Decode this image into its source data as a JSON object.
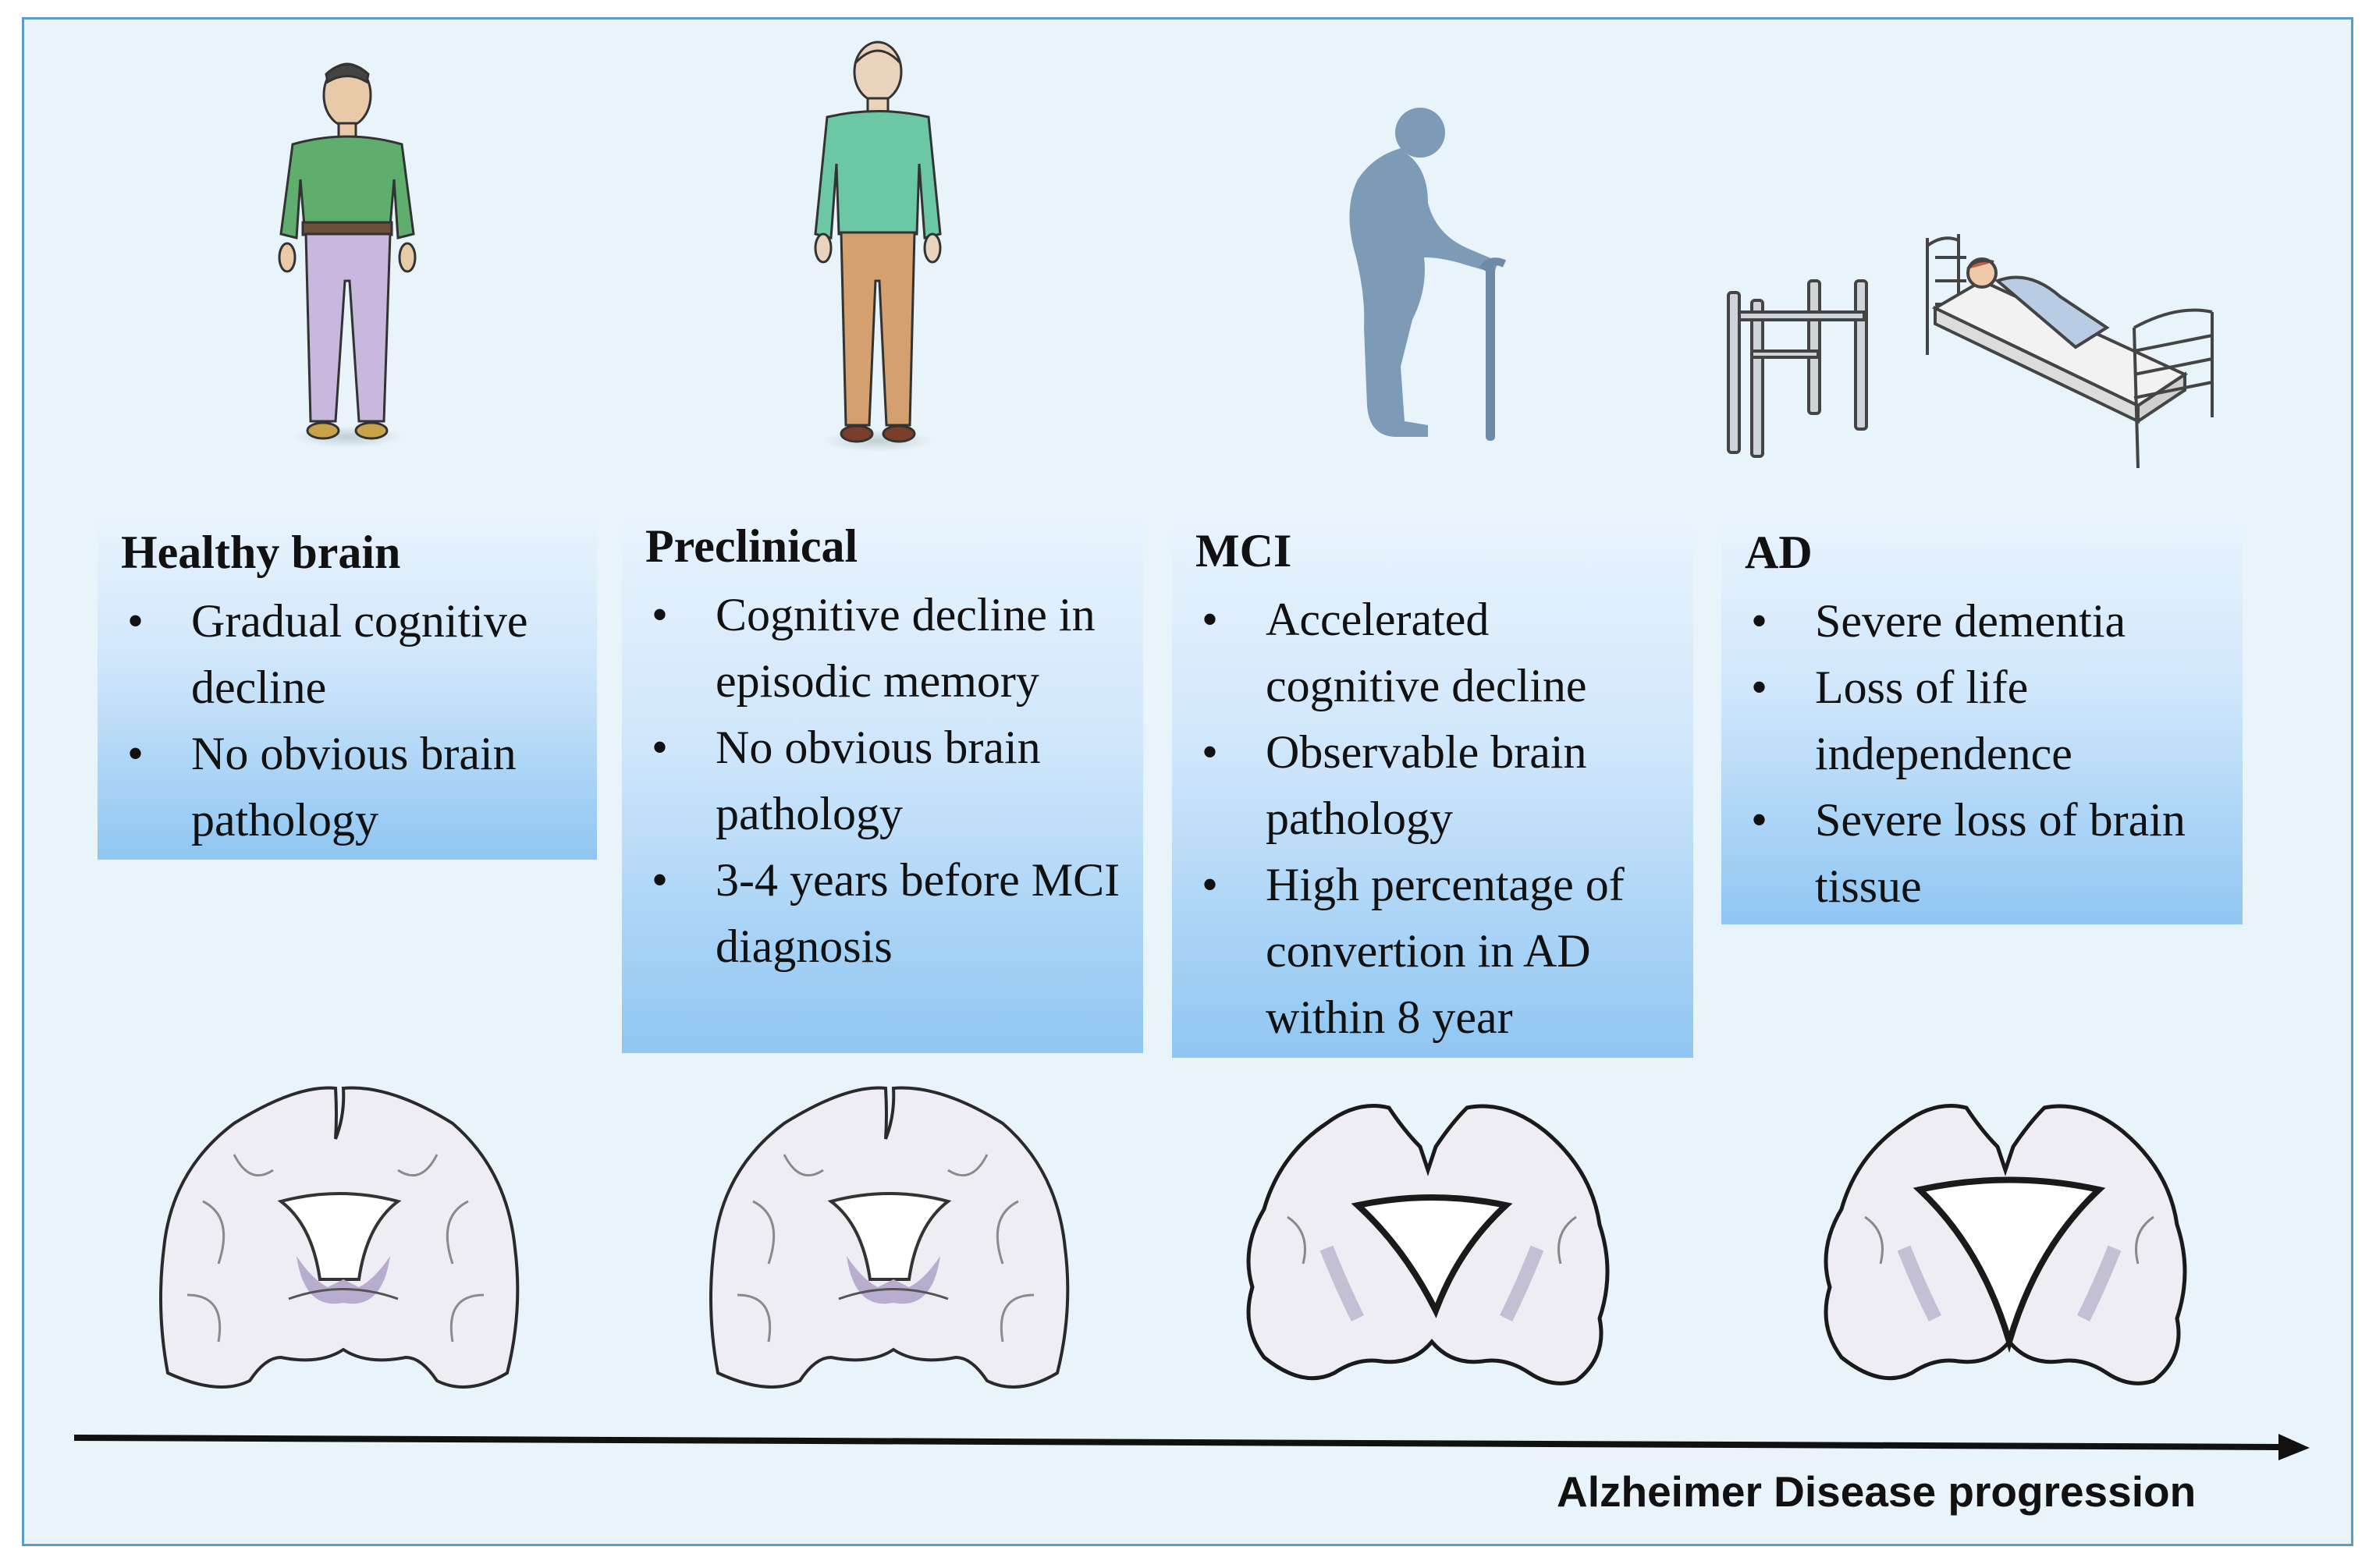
{
  "stages": [
    {
      "title": "Healthy brain",
      "points": [
        "Gradual cognitive decline",
        "No obvious brain pathology"
      ]
    },
    {
      "title": "Preclinical",
      "points": [
        "Cognitive decline in episodic memory",
        "No obvious brain pathology",
        "3-4 years before MCI diagnosis"
      ]
    },
    {
      "title": "MCI",
      "points": [
        "Accelerated cognitive decline",
        "Observable brain pathology",
        "High percentage of convertion in AD within 8 year"
      ]
    },
    {
      "title": "AD",
      "points": [
        "Severe dementia",
        "Loss of life independence",
        "Severe loss of brain tissue"
      ]
    }
  ],
  "progression_label": "Alzheimer Disease progression",
  "bullet": "•",
  "colors": {
    "background": "#e9f3fa",
    "border": "#5b9bc7",
    "box_top": "#eaf4fd",
    "box_bottom": "#8fc6f2",
    "arrow": "#111111"
  }
}
